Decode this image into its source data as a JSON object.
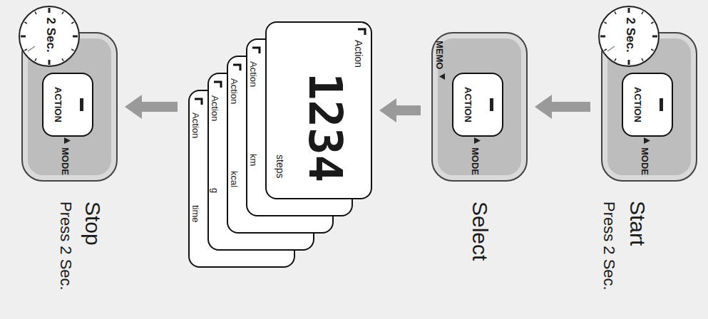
{
  "diagram": {
    "nodes": [
      {
        "text": [
          "MODE"
        ]
      },
      {
        "text": [
          "ACTION"
        ],
        "in": 0
      },
      {
        "text": [
          "2 Sec."
        ],
        "in": 0
      },
      {
        "text": [
          "MEMO",
          "MODE"
        ]
      },
      {
        "text": [
          "ACTION"
        ],
        "in": 3
      },
      {
        "text": [
          "Action",
          "1234",
          "steps"
        ]
      },
      {
        "text": [
          "Action",
          "km"
        ]
      },
      {
        "text": [
          "Action",
          "kcal"
        ]
      },
      {
        "text": [
          "Action",
          "g"
        ]
      },
      {
        "text": [
          "Action",
          "time"
        ]
      },
      {
        "text": [
          "MODE"
        ]
      },
      {
        "text": [
          "ACTION"
        ],
        "in": 10
      },
      {
        "text": [
          "2 Sec."
        ],
        "in": 10
      }
    ],
    "edges": [
      {
        "from": 0,
        "to": 3,
        "arrow": "to"
      },
      {
        "from": 3,
        "to": 5,
        "arrow": "to"
      },
      {
        "from": 9,
        "to": 10,
        "arrow": "to"
      }
    ],
    "labels": [
      "Start",
      "Press 2 Sec.",
      "Select",
      "Stop",
      "Press 2 Sec."
    ]
  }
}
